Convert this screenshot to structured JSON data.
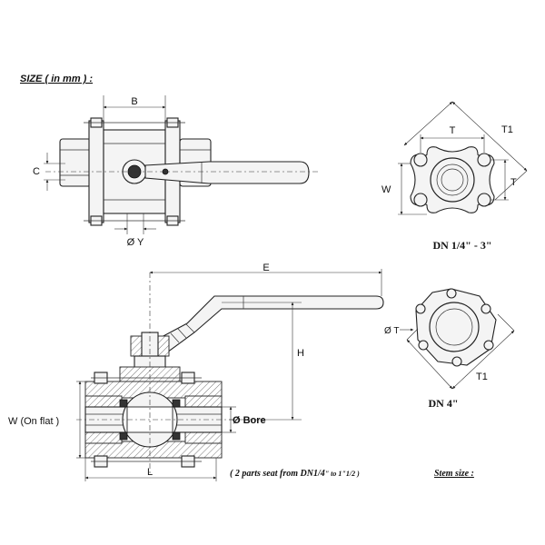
{
  "header": {
    "size_title": "SIZE ( in mm ) :"
  },
  "top_view": {
    "dim_b": "B",
    "dim_c": "C",
    "dim_y": "Ø Y"
  },
  "flange_4bolt": {
    "dim_t_top": "T",
    "dim_t1": "T1",
    "dim_w": "W",
    "dim_t_right": "T",
    "caption": "DN 1/4\" -  3\""
  },
  "flange_6bolt": {
    "dim_t": "Ø T",
    "dim_t1": "T1",
    "caption": "DN 4\""
  },
  "section_view": {
    "dim_e": "E",
    "dim_h": "H",
    "dim_w": "W (On flat )",
    "dim_bore": "Ø Bore",
    "dim_l": "L"
  },
  "notes": {
    "seat_note_main": "( 2 parts seat from DN1/4",
    "seat_note_small": "\" to 1\"1/2 )",
    "stem_size": "Stem size :"
  }
}
